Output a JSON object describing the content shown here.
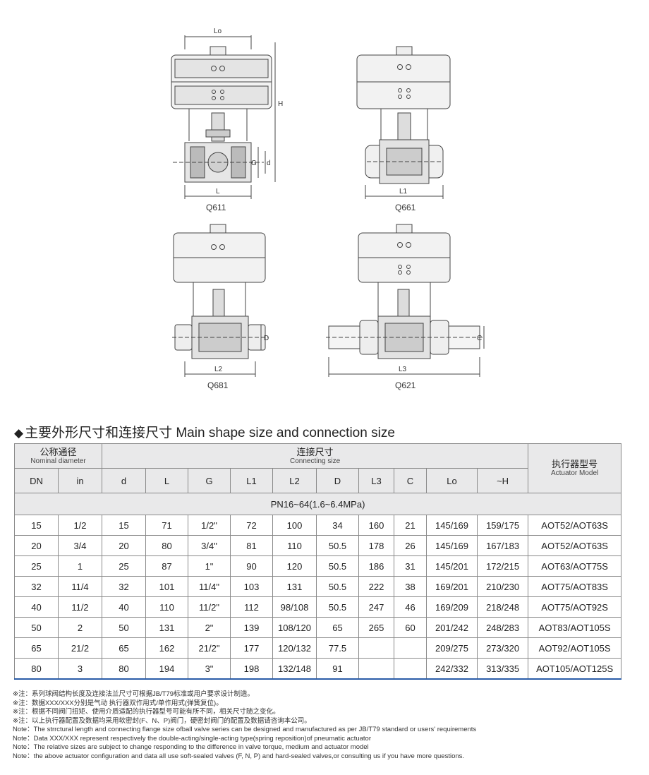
{
  "figures": {
    "q611": {
      "caption": "Q611",
      "dims": {
        "lo": "Lo",
        "h": "H",
        "g": "G",
        "d": "d",
        "l": "L"
      }
    },
    "q661": {
      "caption": "Q661",
      "dims": {
        "l1": "L1"
      }
    },
    "q681": {
      "caption": "Q681",
      "dims": {
        "l2": "L2",
        "d": "D"
      }
    },
    "q621": {
      "caption": "Q621",
      "dims": {
        "l3": "L3",
        "c": "C"
      }
    }
  },
  "section": {
    "marker": "◆",
    "title": "主要外形尺寸和连接尺寸 Main shape size and connection size"
  },
  "table": {
    "group_nominal_zh": "公称通径",
    "group_nominal_en": "Nominal diameter",
    "group_connecting_zh": "连接尺寸",
    "group_connecting_en": "Connecting size",
    "actuator_zh": "执行器型号",
    "actuator_en": "Actuator Model",
    "columns": [
      "DN",
      "in",
      "d",
      "L",
      "G",
      "L1",
      "L2",
      "D",
      "L3",
      "C",
      "Lo",
      "~H"
    ],
    "pressure_row": "PN16~64(1.6~6.4MPa)",
    "rows": [
      [
        "15",
        "1/2",
        "15",
        "71",
        "1/2\"",
        "72",
        "100",
        "34",
        "160",
        "21",
        "145/169",
        "159/175",
        "AOT52/AOT63S"
      ],
      [
        "20",
        "3/4",
        "20",
        "80",
        "3/4\"",
        "81",
        "110",
        "50.5",
        "178",
        "26",
        "145/169",
        "167/183",
        "AOT52/AOT63S"
      ],
      [
        "25",
        "1",
        "25",
        "87",
        "1\"",
        "90",
        "120",
        "50.5",
        "186",
        "31",
        "145/201",
        "172/215",
        "AOT63/AOT75S"
      ],
      [
        "32",
        "11/4",
        "32",
        "101",
        "11/4\"",
        "103",
        "131",
        "50.5",
        "222",
        "38",
        "169/201",
        "210/230",
        "AOT75/AOT83S"
      ],
      [
        "40",
        "11/2",
        "40",
        "110",
        "11/2\"",
        "112",
        "98/108",
        "50.5",
        "247",
        "46",
        "169/209",
        "218/248",
        "AOT75/AOT92S"
      ],
      [
        "50",
        "2",
        "50",
        "131",
        "2\"",
        "139",
        "108/120",
        "65",
        "265",
        "60",
        "201/242",
        "248/283",
        "AOT83/AOT105S"
      ],
      [
        "65",
        "21/2",
        "65",
        "162",
        "21/2\"",
        "177",
        "120/132",
        "77.5",
        "",
        "",
        "209/275",
        "273/320",
        "AOT92/AOT105S"
      ],
      [
        "80",
        "3",
        "80",
        "194",
        "3\"",
        "198",
        "132/148",
        "91",
        "",
        "",
        "242/332",
        "313/335",
        "AOT105/AOT125S"
      ]
    ]
  },
  "notes": [
    "※注：系列球阀结构长度及连接法兰尺寸可根据JB/T79标准或用户要求设计制造。",
    "※注：数据XXX/XXX分别是气动 执行器双作用式/单作用式(弹簧复位)。",
    "※注：根据不同阀门扭矩、使用介质适配的执行器型号可能有所不同，相关尺寸随之变化。",
    "※注：以上执行器配置及数据均采用软密封(F、N、P)阀门，硬密封阀门的配置及数据请咨询本公司。",
    "Note：The strrctural length and connecting flange size ofball valve series can be designed and manufactured as per JB/T79 standard or users' requirements",
    "Note：Data XXX/XXX represent respectively the double-acting/single-acting type(spring reposition)of pneumatic actuator",
    "Note：The relative sizes are subject to change responding to the difference in valve torque, medium and actuator model",
    "Note：the above actuator configuration and data all use soft-sealed valves (F, N, P) and hard-sealed valves,or consulting us if you have more questions."
  ]
}
